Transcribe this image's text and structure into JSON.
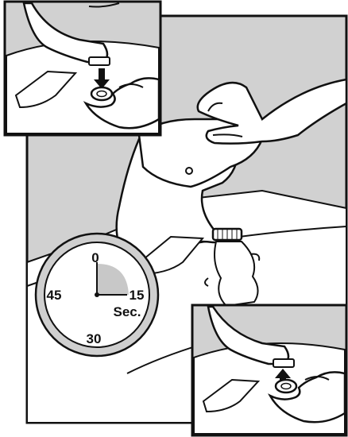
{
  "colors": {
    "background": "#d1d1d1",
    "line": "#111111",
    "paper": "#ffffff",
    "timer_ring": "#cfcfcf",
    "timer_wedge": "#c8c8c8"
  },
  "timer": {
    "label_0": "0",
    "label_15": "15",
    "label_30": "30",
    "label_45": "45",
    "unit": "Sec."
  },
  "icons": {
    "top_inset": "remove-aerator-icon",
    "bottom_inset": "install-aerator-icon"
  }
}
